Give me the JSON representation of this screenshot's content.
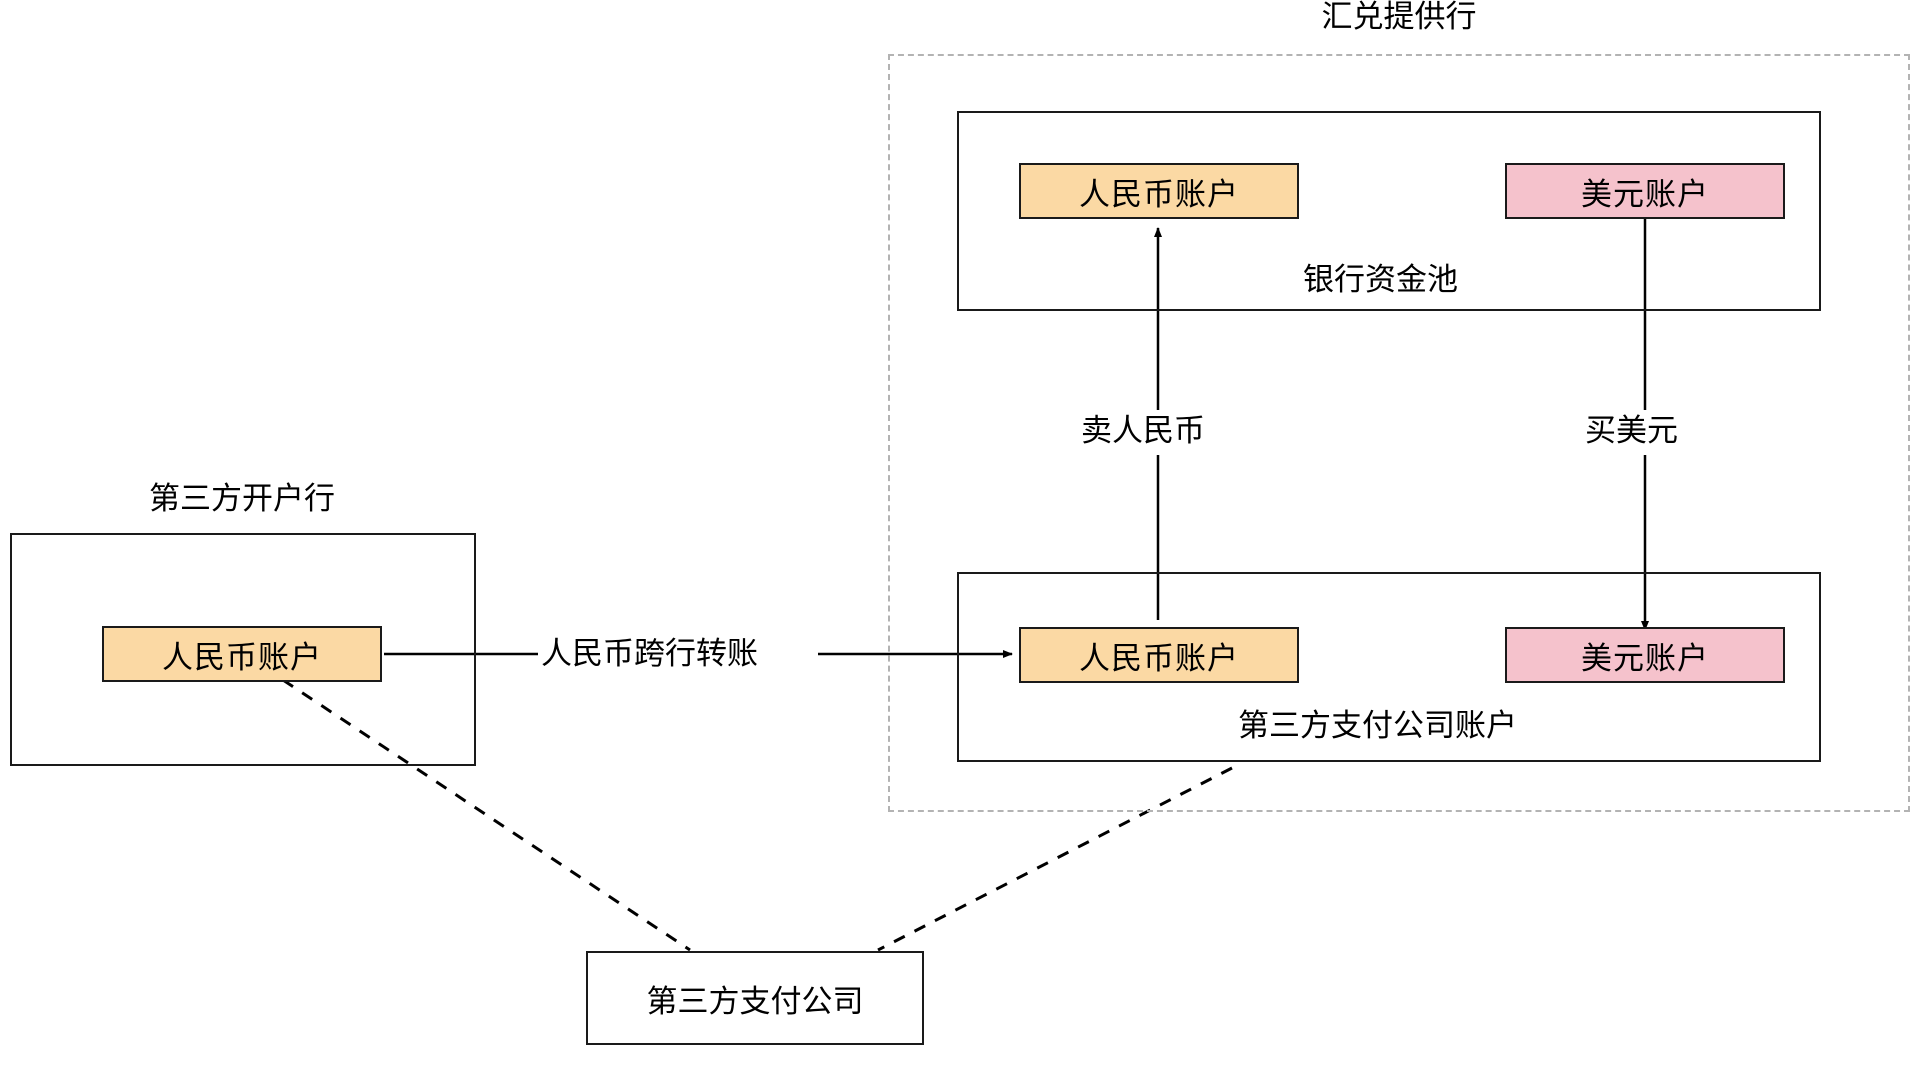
{
  "diagram": {
    "title_top": "汇兑提供行",
    "groups": {
      "third_party_bank": "第三方开户行",
      "bank_pool": "银行资金池",
      "payment_company_account": "第三方支付公司账户"
    },
    "accounts": {
      "pool_rmb": "人民币账户",
      "pool_usd": "美元账户",
      "pay_rmb": "人民币账户",
      "pay_usd": "美元账户",
      "origin_rmb": "人民币账户"
    },
    "entities": {
      "payment_company": "第三方支付公司"
    },
    "edges": {
      "cross_bank_transfer": "人民币跨行转账",
      "sell_rmb": "卖人民币",
      "buy_usd": "买美元"
    },
    "colors": {
      "rmb_fill": "#fbd9a4",
      "usd_fill": "#f5c2cc",
      "stroke": "#1a1a1a",
      "dashed_container": "#b3b3b3",
      "background": "#ffffff"
    }
  }
}
